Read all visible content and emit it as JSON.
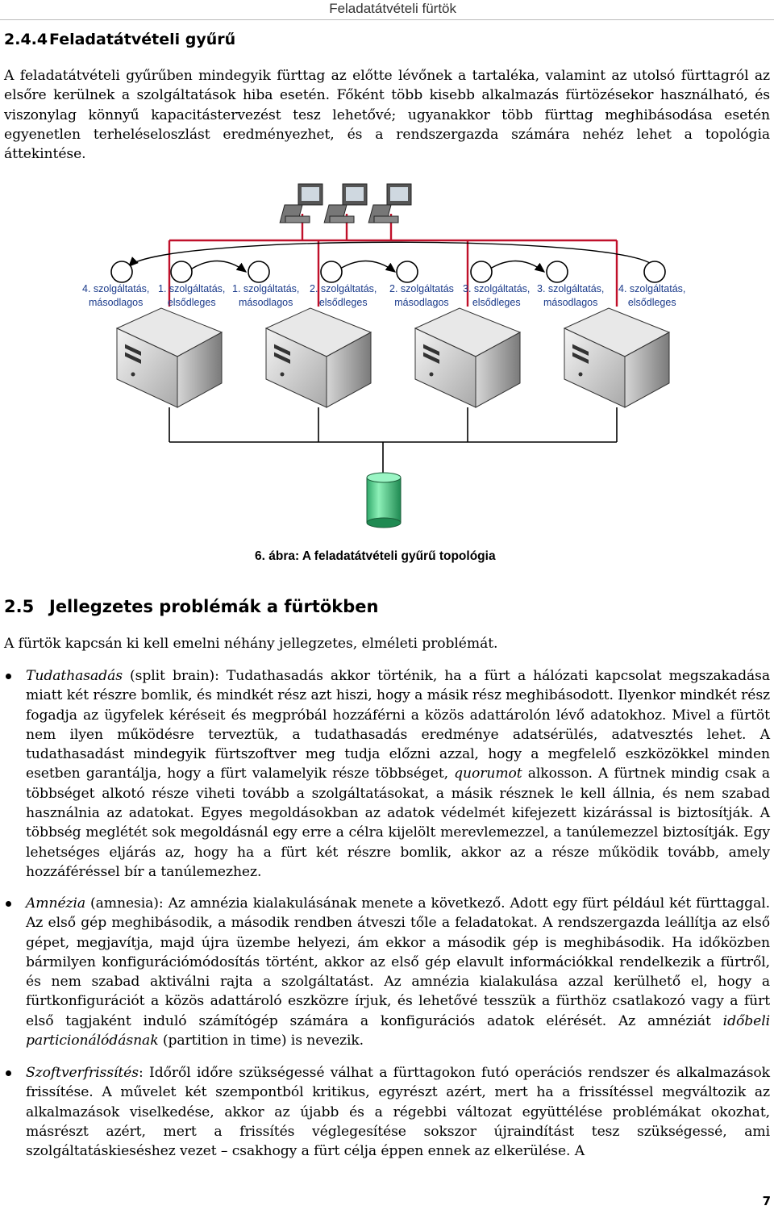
{
  "header": {
    "running_title": "Feladatátvételi fürtök"
  },
  "section_244": {
    "number": "2.4.4",
    "title": "Feladatátvételi gyűrű",
    "paragraph": "A feladatátvételi gyűrűben mindegyik fürttag az előtte lévőnek a tartaléka, valamint az utolsó fürttagról az elsőre kerülnek a szolgáltatások hiba esetén. Főként több kisebb alkalmazás fürtözésekor használható, és viszonylag könnyű kapacitástervezést tesz lehetővé; ugyanakkor több fürttag meghibásodása esetén egyenetlen terheléseloszlást eredményezhet, és a rendszergazda számára nehéz lehet a topológia áttekintése."
  },
  "figure": {
    "labels": [
      [
        "4. szolgáltatás,",
        "másodlagos"
      ],
      [
        "1. szolgáltatás,",
        "elsődleges"
      ],
      [
        "1. szolgáltatás,",
        "másodlagos"
      ],
      [
        "2. szolgáltatás,",
        "elsődleges"
      ],
      [
        "2. szolgáltatás",
        "másodlagos"
      ],
      [
        "3. szolgáltatás,",
        "elsődleges"
      ],
      [
        "3. szolgáltatás,",
        "másodlagos"
      ],
      [
        "4. szolgáltatás,",
        "elsődleges"
      ]
    ],
    "caption": "6. ábra: A feladatátvételi gyűrű topológia"
  },
  "section_25": {
    "number": "2.5",
    "title": "Jellegzetes problémák a fürtökben",
    "intro": "A fürtök kapcsán ki kell emelni néhány jellegzetes, elméleti problémát."
  },
  "bullets": {
    "b1_term": "Tudathasadás",
    "b1_a": " (split brain): Tudathasadás akkor történik, ha a fürt a hálózati kapcsolat megszakadása miatt két részre bomlik, és mindkét rész azt hiszi, hogy a másik rész meghibásodott. Ilyenkor mindkét rész fogadja az ügyfelek kéréseit és megpróbál hozzáférni a közös adattárolón lévő adatokhoz. Mivel a fürtöt nem ilyen működésre terveztük, a tudathasadás eredménye adatsérülés, adatvesztés lehet. A tudathasadást mindegyik fürtszoftver meg tudja előzni azzal, hogy a megfelelő eszközökkel minden esetben garantálja, hogy a fürt valamelyik része többséget, ",
    "b1_quorum": "quorumot",
    "b1_b": " alkosson. A fürtnek mindig csak a többséget alkotó része viheti tovább a szolgáltatásokat, a másik résznek le kell állnia, és nem szabad használnia az adatokat. Egyes megoldásokban az adatok védelmét kifejezett kizárással is biztosítják. A többség meglétét sok megoldásnál egy erre a célra kijelölt merevlemezzel, a tanúlemezzel biztosítják. Egy lehetséges eljárás az, hogy ha a fürt két részre bomlik, akkor az a része működik tovább, amely hozzáféréssel bír a tanúlemezhez.",
    "b2_term": "Amnézia",
    "b2_a": " (amnesia): Az amnézia kialakulásának menete a következő. Adott egy fürt például két fürttaggal. Az első gép meghibásodik, a második rendben átveszi tőle a feladatokat. A rendszergazda leállítja az első gépet, megjavítja, majd újra üzembe helyezi, ám ekkor a második gép is meghibásodik. Ha időközben bármilyen konfigurációmódosítás történt, akkor az első gép elavult információkkal rendelkezik a fürtről, és nem szabad aktiválni rajta a szolgáltatást. Az amnézia kialakulása azzal kerülhető el, hogy a fürtkonfigurációt a közös adattároló eszközre írjuk, és lehetővé tesszük a fürthöz csatlakozó vagy a fürt első tagjaként induló számítógép számára a konfigurációs adatok elérését. Az amnéziát ",
    "b2_italic": "időbeli particionálódásnak",
    "b2_b": " (partition in time) is nevezik.",
    "b3_term": "Szoftverfrissítés",
    "b3_a": ": Időről időre szükségessé válhat a fürttagokon futó operációs rendszer és alkalmazások frissítése. A művelet két szempontból kritikus, egyrészt azért, mert ha a frissítéssel megváltozik az alkalmazások viselkedése, akkor az újabb és a régebbi változat együttélése problémákat okozhat, másrészt azért, mert a frissítés véglegesítése sokszor újraindítást tesz szükségessé, ami szolgáltatáskieséshez vezet – csakhogy a fürt célja éppen ennek az elkerülése. A"
  },
  "footer": {
    "page_number": "7"
  }
}
